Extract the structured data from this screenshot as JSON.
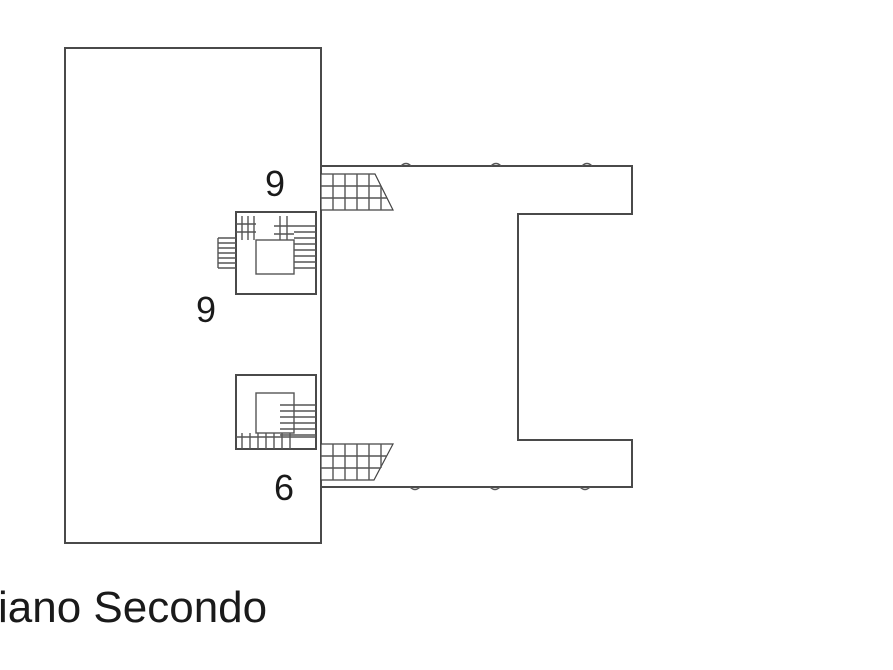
{
  "floor_plan": {
    "title": "iano Secondo",
    "stair_labels": {
      "upper_right": "9",
      "upper_left": "9",
      "lower": "6"
    }
  }
}
